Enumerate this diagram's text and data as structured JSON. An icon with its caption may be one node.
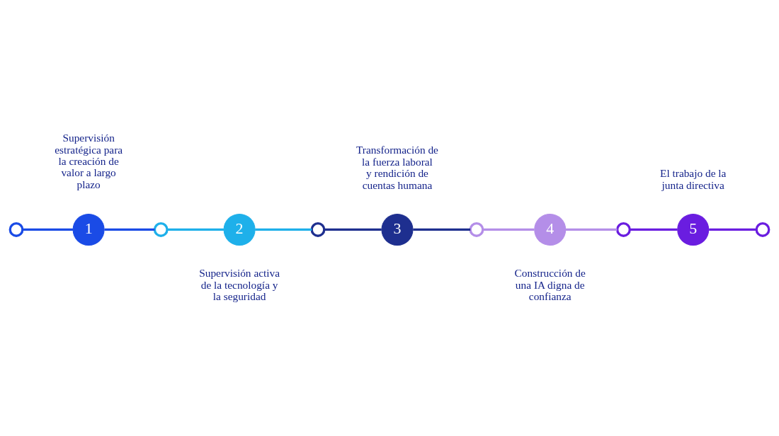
{
  "diagram": {
    "nodes": [
      {
        "text": [],
        "shape": "circle"
      },
      {
        "text": [
          "1"
        ],
        "beside": [
          "Supervisión estratégica para la creación de valor a largo plazo"
        ]
      },
      {
        "text": [],
        "shape": "circle"
      },
      {
        "text": [
          "2"
        ],
        "beside": [
          "Supervisión activa de la tecnología y la seguridad"
        ]
      },
      {
        "text": [],
        "shape": "circle"
      },
      {
        "text": [
          "3"
        ],
        "beside": [
          "Transformación de la fuerza laboral y rendición de cuentas humana"
        ]
      },
      {
        "text": [],
        "shape": "circle"
      },
      {
        "text": [
          "4"
        ],
        "beside": [
          "Construcción de una IA digna de confianza"
        ]
      },
      {
        "text": [],
        "shape": "circle"
      },
      {
        "text": [
          "5"
        ],
        "beside": [
          "El trabajo de la junta directiva"
        ]
      },
      {
        "text": [],
        "shape": "circle"
      }
    ],
    "edges": [
      {
        "from": 0,
        "to": 1,
        "arrow": "none",
        "color": "#1a4be6"
      },
      {
        "from": 1,
        "to": 2,
        "arrow": "none",
        "color": "#1a4be6"
      },
      {
        "from": 2,
        "to": 3,
        "arrow": "none",
        "color": "#1eb0ea"
      },
      {
        "from": 3,
        "to": 4,
        "arrow": "none",
        "color": "#1eb0ea"
      },
      {
        "from": 4,
        "to": 5,
        "arrow": "none",
        "color": "#1e2f8f"
      },
      {
        "from": 5,
        "to": 6,
        "arrow": "none",
        "color": "#1e2f8f"
      },
      {
        "from": 6,
        "to": 7,
        "arrow": "none",
        "color": "#b48ee8"
      },
      {
        "from": 7,
        "to": 8,
        "arrow": "none",
        "color": "#b48ee8"
      },
      {
        "from": 8,
        "to": 9,
        "arrow": "none",
        "color": "#6a1de0"
      },
      {
        "from": 9,
        "to": 10,
        "arrow": "none",
        "color": "#6a1de0"
      }
    ]
  }
}
